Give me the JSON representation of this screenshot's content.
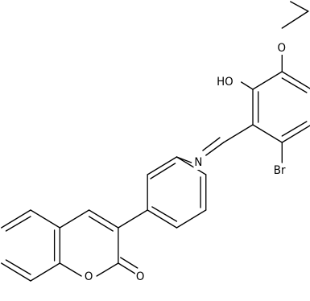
{
  "molecule": {
    "labels": {
      "ethoxy_oxygen": "O",
      "hydroxyl": "HO",
      "bromine": "Br",
      "imine_nitrogen": "N",
      "ring_oxygen": "O",
      "carbonyl_oxygen": "O"
    },
    "colors": {
      "bond": "#000000",
      "text": "#000000",
      "background": "#ffffff"
    }
  }
}
